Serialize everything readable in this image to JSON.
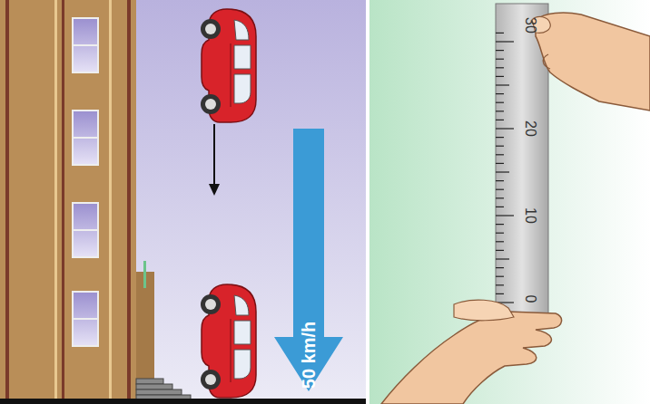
{
  "diagram": {
    "labels": [
      "50 km/h",
      "0",
      "10",
      "20",
      "30"
    ]
  }
}
